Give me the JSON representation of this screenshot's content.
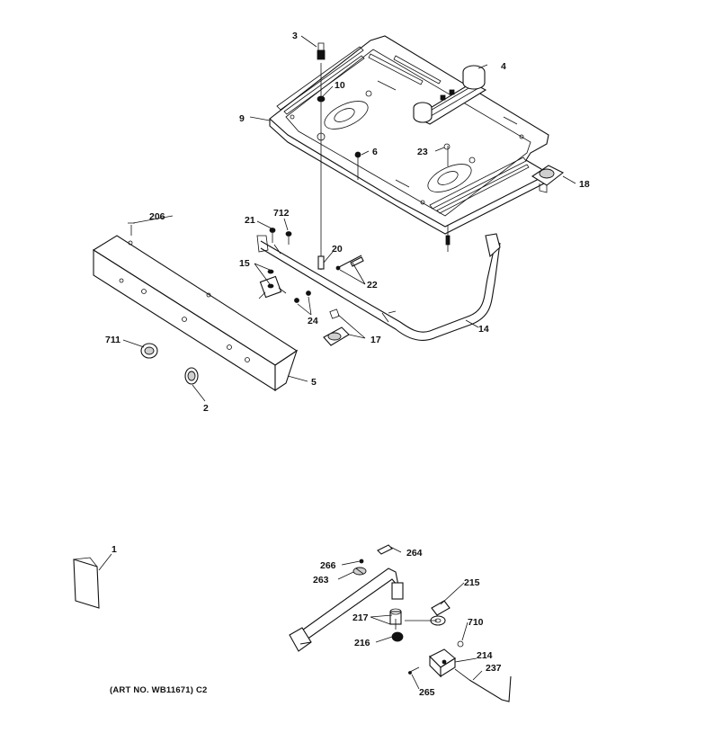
{
  "caption": "(ART NO. WB11671) C2",
  "callouts": {
    "c1": "1",
    "c2": "2",
    "c3": "3",
    "c4": "4",
    "c5": "5",
    "c6": "6",
    "c9": "9",
    "c10": "10",
    "c14": "14",
    "c15": "15",
    "c17": "17",
    "c18": "18",
    "c20": "20",
    "c21": "21",
    "c22": "22",
    "c23": "23",
    "c24": "24",
    "c206": "206",
    "c214": "214",
    "c215": "215",
    "c216": "216",
    "c217": "217",
    "c237": "237",
    "c263": "263",
    "c264": "264",
    "c265": "265",
    "c266": "266",
    "c710": "710",
    "c711": "711",
    "c712": "712"
  }
}
